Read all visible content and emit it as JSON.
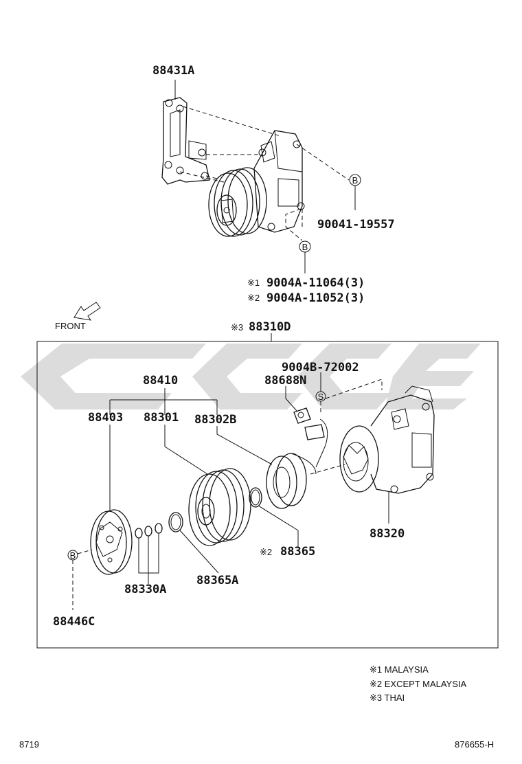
{
  "part_labels": {
    "bracket": "88431A",
    "bolt_top": "90041-19557",
    "compressor_assy": "88310D",
    "clutch_assy": "88410",
    "pressure_plate": "88403",
    "pulley": "88301",
    "stator": "88302B",
    "bolt_top_right": "9004B-72002",
    "sensor": "88688N",
    "compressor": "88320",
    "snap_ring_small": "88365",
    "snap_ring": "88365A",
    "shims": "88330A",
    "bolt_plate": "88446C"
  },
  "callouts": {
    "ref1_line": "9004A-11064(3)",
    "ref2_line": "9004A-11052(3)",
    "mark1": "※1",
    "mark2": "※2",
    "mark3": "※3",
    "mark2_small": "※2"
  },
  "markers": {
    "b": "B",
    "s": "S"
  },
  "front_label": "FRONT",
  "legend": {
    "item1": "※1 MALAYSIA",
    "item2": "※2 EXCEPT MALAYSIA",
    "item3": "※3 THAI"
  },
  "footer": {
    "left_code": "8719",
    "right_code": "876655-H"
  }
}
